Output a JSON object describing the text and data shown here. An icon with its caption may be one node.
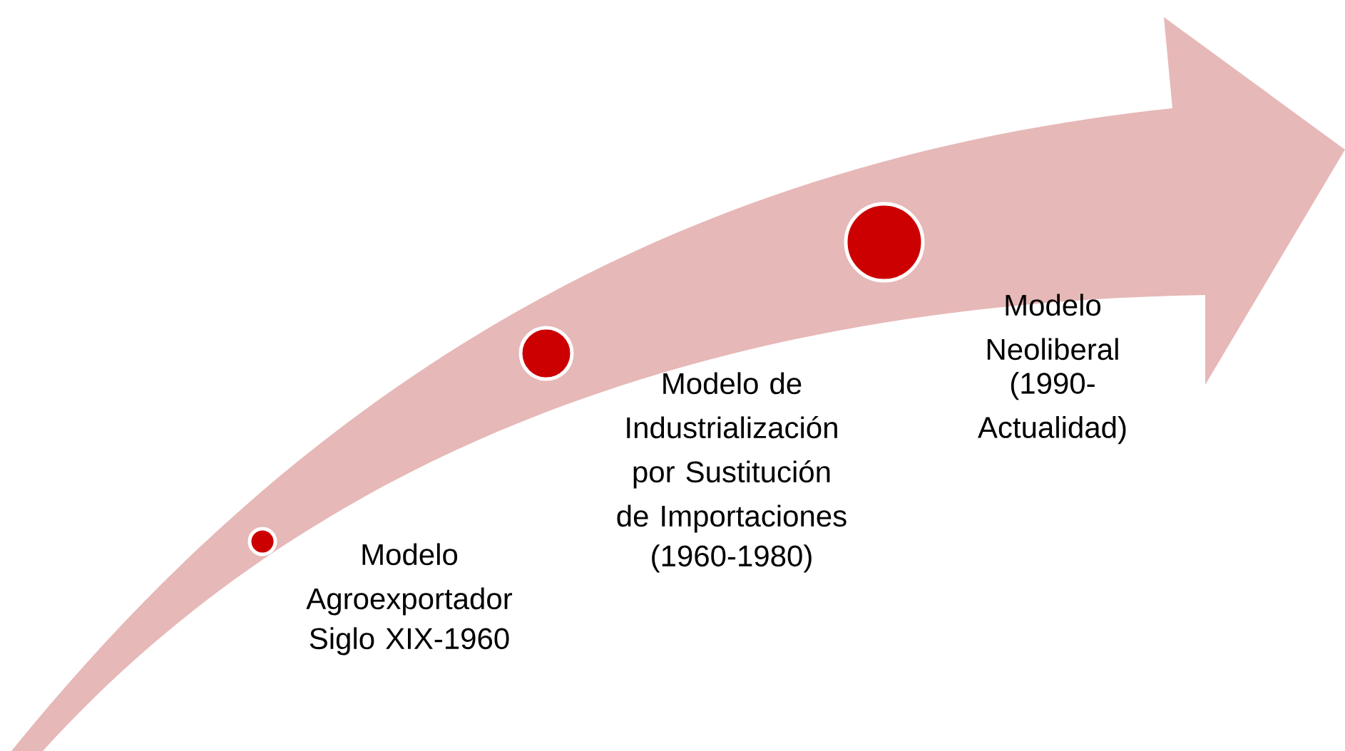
{
  "diagram": {
    "nodes": [
      {
        "text": [],
        "shape": "circle",
        "beside": [
          "Modelo Agroexportador",
          "Siglo XIX-1960"
        ]
      },
      {
        "text": [],
        "shape": "circle",
        "beside": [
          "Modelo de Industrialización por Sustitución de Importaciones",
          "(1960-1980)"
        ]
      },
      {
        "text": [],
        "shape": "circle",
        "beside": [
          "Modelo Neoliberal",
          "(1990- Actualidad)"
        ]
      }
    ]
  }
}
